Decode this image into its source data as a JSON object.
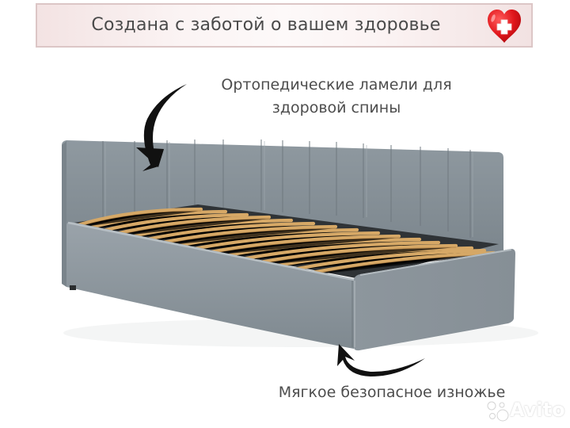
{
  "banner": {
    "title": "Создана с заботой о вашем здоровье",
    "icon": "heart-with-cross-icon",
    "colors": {
      "heart": "#e0161b",
      "border": "#dcc6c6",
      "text": "#4a4a4a"
    }
  },
  "callouts": [
    {
      "id": "slats",
      "lines": [
        "Ортопедические ламели для",
        "здоровой спины"
      ],
      "arrow": "curved-arrow-down-icon"
    },
    {
      "id": "footboard",
      "lines": [
        "Мягкое безопасное изножье"
      ],
      "arrow": "curved-arrow-up-icon"
    }
  ],
  "product": {
    "type": "corner-bed-illustration",
    "upholstery_color": "#8b959c",
    "slat_color": "#c89a5a",
    "slat_count": 20,
    "headboard_panels": 17
  },
  "watermark": {
    "text": "Avito"
  }
}
